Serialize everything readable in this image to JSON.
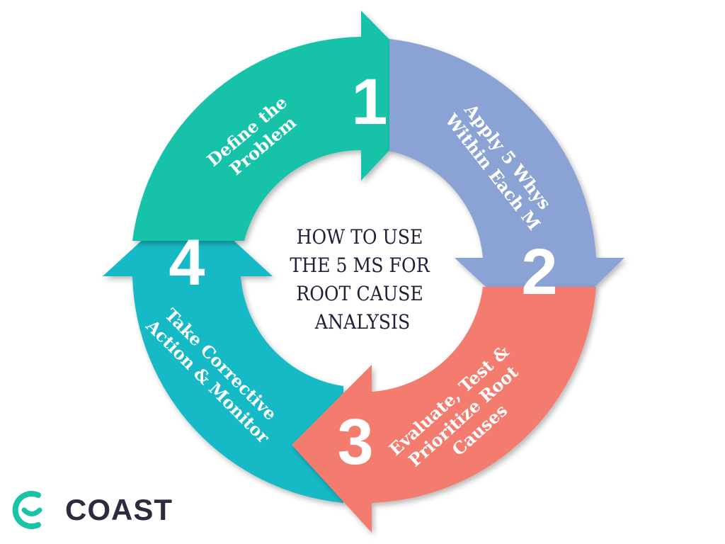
{
  "title": {
    "lines": [
      "HOW TO USE",
      "THE 5 MS FOR",
      "ROOT CAUSE",
      "ANALYSIS"
    ]
  },
  "steps": [
    {
      "number": "1",
      "lines": [
        "Define the",
        "Problem"
      ],
      "color": "#12c3a8"
    },
    {
      "number": "2",
      "lines": [
        "Apply 5 Whys",
        "Within Each M"
      ],
      "color": "#8aa2d4"
    },
    {
      "number": "3",
      "lines": [
        "Evaluate, Test &",
        "Prioritize Root",
        "Causes"
      ],
      "color": "#f47b6e"
    },
    {
      "number": "4",
      "lines": [
        "Take Corrective",
        "Action & Monitor"
      ],
      "color": "#19b9c6"
    }
  ],
  "logo": {
    "text": "COAST",
    "icon": "coast-logo-icon",
    "color": "#19c3a8"
  }
}
